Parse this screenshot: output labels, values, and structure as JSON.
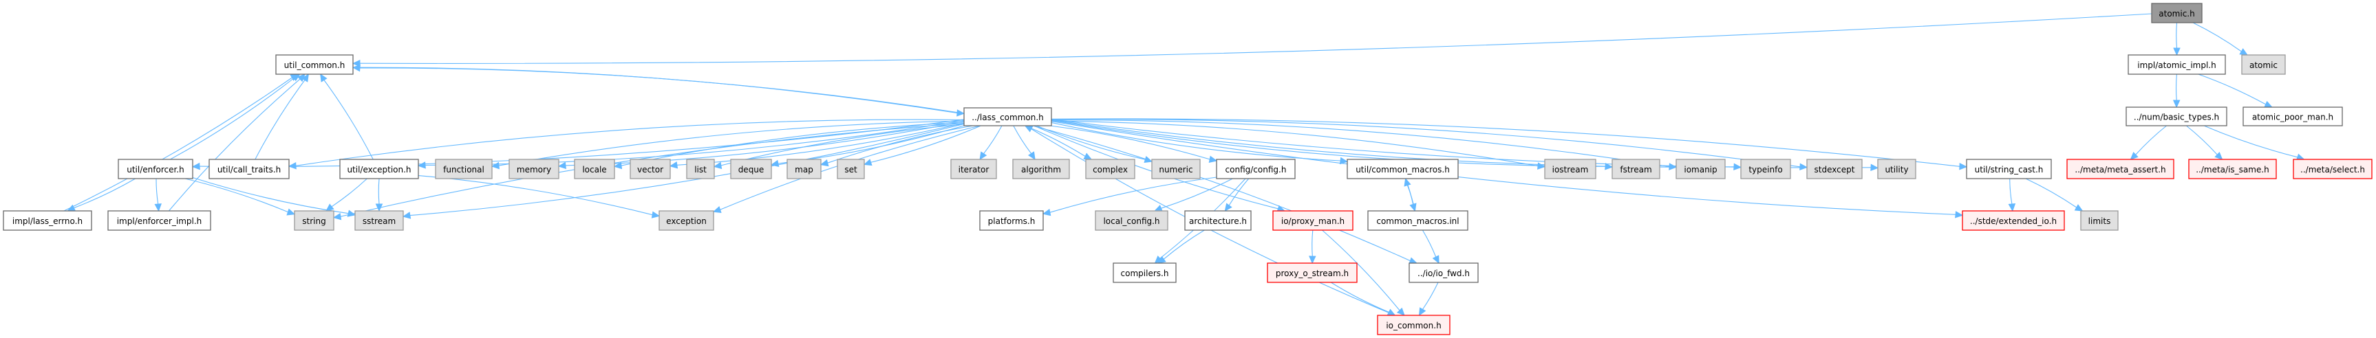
{
  "title": "atomic.h include dependency graph",
  "colors": {
    "edge": "#63b8ff",
    "node_fill": "#ffffff",
    "node_border": "#666666",
    "system_fill": "#e0e0e0",
    "system_border": "#999999",
    "missing_fill": "#fff0f0",
    "missing_border": "#ff0000",
    "root_fill": "#999999"
  },
  "nodes": [
    {
      "id": "atomic_h",
      "label": "atomic.h",
      "kind": "root"
    },
    {
      "id": "util_common",
      "label": "util_common.h",
      "kind": "normal"
    },
    {
      "id": "atomic_impl",
      "label": "impl/atomic_impl.h",
      "kind": "normal"
    },
    {
      "id": "atomic",
      "label": "atomic",
      "kind": "system"
    },
    {
      "id": "lass_common",
      "label": "../lass_common.h",
      "kind": "normal"
    },
    {
      "id": "basic_types",
      "label": "../num/basic_types.h",
      "kind": "normal"
    },
    {
      "id": "atomic_poor_man",
      "label": "atomic_poor_man.h",
      "kind": "normal"
    },
    {
      "id": "enforcer",
      "label": "util/enforcer.h",
      "kind": "normal"
    },
    {
      "id": "call_traits",
      "label": "util/call_traits.h",
      "kind": "normal"
    },
    {
      "id": "exception_h",
      "label": "util/exception.h",
      "kind": "normal"
    },
    {
      "id": "functional",
      "label": "functional",
      "kind": "system"
    },
    {
      "id": "memory",
      "label": "memory",
      "kind": "system"
    },
    {
      "id": "locale",
      "label": "locale",
      "kind": "system"
    },
    {
      "id": "vector",
      "label": "vector",
      "kind": "system"
    },
    {
      "id": "list",
      "label": "list",
      "kind": "system"
    },
    {
      "id": "deque",
      "label": "deque",
      "kind": "system"
    },
    {
      "id": "map",
      "label": "map",
      "kind": "system"
    },
    {
      "id": "set",
      "label": "set",
      "kind": "system"
    },
    {
      "id": "iterator",
      "label": "iterator",
      "kind": "system"
    },
    {
      "id": "algorithm",
      "label": "algorithm",
      "kind": "system"
    },
    {
      "id": "complex",
      "label": "complex",
      "kind": "system"
    },
    {
      "id": "numeric",
      "label": "numeric",
      "kind": "system"
    },
    {
      "id": "config",
      "label": "config/config.h",
      "kind": "normal"
    },
    {
      "id": "common_macros_h",
      "label": "util/common_macros.h",
      "kind": "normal"
    },
    {
      "id": "iostream",
      "label": "iostream",
      "kind": "system"
    },
    {
      "id": "fstream",
      "label": "fstream",
      "kind": "system"
    },
    {
      "id": "iomanip",
      "label": "iomanip",
      "kind": "system"
    },
    {
      "id": "typeinfo",
      "label": "typeinfo",
      "kind": "system"
    },
    {
      "id": "stdexcept",
      "label": "stdexcept",
      "kind": "system"
    },
    {
      "id": "utility",
      "label": "utility",
      "kind": "system"
    },
    {
      "id": "string_cast",
      "label": "util/string_cast.h",
      "kind": "normal"
    },
    {
      "id": "meta_assert",
      "label": "../meta/meta_assert.h",
      "kind": "missing"
    },
    {
      "id": "is_same",
      "label": "../meta/is_same.h",
      "kind": "missing"
    },
    {
      "id": "select",
      "label": "../meta/select.h",
      "kind": "missing"
    },
    {
      "id": "lass_errno",
      "label": "impl/lass_errno.h",
      "kind": "normal"
    },
    {
      "id": "enforcer_impl",
      "label": "impl/enforcer_impl.h",
      "kind": "normal"
    },
    {
      "id": "string",
      "label": "string",
      "kind": "system"
    },
    {
      "id": "sstream",
      "label": "sstream",
      "kind": "system"
    },
    {
      "id": "exception",
      "label": "exception",
      "kind": "system"
    },
    {
      "id": "platforms",
      "label": "platforms.h",
      "kind": "normal"
    },
    {
      "id": "local_config",
      "label": "local_config.h",
      "kind": "system"
    },
    {
      "id": "architecture",
      "label": "architecture.h",
      "kind": "normal"
    },
    {
      "id": "proxy_man",
      "label": "io/proxy_man.h",
      "kind": "missing"
    },
    {
      "id": "common_macros_inl",
      "label": "common_macros.inl",
      "kind": "normal"
    },
    {
      "id": "extended_io",
      "label": "../stde/extended_io.h",
      "kind": "missing"
    },
    {
      "id": "limits",
      "label": "limits",
      "kind": "system"
    },
    {
      "id": "compilers",
      "label": "compilers.h",
      "kind": "normal"
    },
    {
      "id": "proxy_o_stream",
      "label": "proxy_o_stream.h",
      "kind": "missing"
    },
    {
      "id": "io_fwd",
      "label": "../io/io_fwd.h",
      "kind": "normal"
    },
    {
      "id": "io_common",
      "label": "io_common.h",
      "kind": "missing"
    }
  ],
  "edges": [
    [
      "atomic_h",
      "util_common"
    ],
    [
      "atomic_h",
      "atomic_impl"
    ],
    [
      "atomic_h",
      "atomic"
    ],
    [
      "atomic_impl",
      "basic_types"
    ],
    [
      "atomic_impl",
      "atomic_poor_man"
    ],
    [
      "basic_types",
      "meta_assert"
    ],
    [
      "basic_types",
      "is_same"
    ],
    [
      "basic_types",
      "select"
    ],
    [
      "util_common",
      "lass_common"
    ],
    [
      "lass_common",
      "util_common"
    ],
    [
      "lass_common",
      "enforcer"
    ],
    [
      "lass_common",
      "call_traits"
    ],
    [
      "lass_common",
      "exception_h"
    ],
    [
      "lass_common",
      "functional"
    ],
    [
      "lass_common",
      "memory"
    ],
    [
      "lass_common",
      "locale"
    ],
    [
      "lass_common",
      "vector"
    ],
    [
      "lass_common",
      "list"
    ],
    [
      "lass_common",
      "deque"
    ],
    [
      "lass_common",
      "map"
    ],
    [
      "lass_common",
      "set"
    ],
    [
      "lass_common",
      "string"
    ],
    [
      "lass_common",
      "sstream"
    ],
    [
      "lass_common",
      "exception"
    ],
    [
      "lass_common",
      "iterator"
    ],
    [
      "lass_common",
      "algorithm"
    ],
    [
      "lass_common",
      "complex"
    ],
    [
      "lass_common",
      "numeric"
    ],
    [
      "lass_common",
      "config"
    ],
    [
      "lass_common",
      "common_macros_h"
    ],
    [
      "lass_common",
      "iostream"
    ],
    [
      "lass_common",
      "fstream"
    ],
    [
      "lass_common",
      "iomanip"
    ],
    [
      "lass_common",
      "typeinfo"
    ],
    [
      "lass_common",
      "stdexcept"
    ],
    [
      "lass_common",
      "utility"
    ],
    [
      "lass_common",
      "string_cast"
    ],
    [
      "lass_common",
      "proxy_man"
    ],
    [
      "lass_common",
      "io_fwd"
    ],
    [
      "lass_common",
      "extended_io"
    ],
    [
      "io_common",
      "lass_common"
    ],
    [
      "enforcer",
      "util_common"
    ],
    [
      "enforcer",
      "lass_errno"
    ],
    [
      "enforcer",
      "enforcer_impl"
    ],
    [
      "enforcer",
      "string"
    ],
    [
      "enforcer",
      "sstream"
    ],
    [
      "call_traits",
      "util_common"
    ],
    [
      "exception_h",
      "util_common"
    ],
    [
      "exception_h",
      "string"
    ],
    [
      "exception_h",
      "sstream"
    ],
    [
      "exception_h",
      "exception"
    ],
    [
      "lass_errno",
      "util_common"
    ],
    [
      "enforcer_impl",
      "util_common"
    ],
    [
      "config",
      "platforms"
    ],
    [
      "config",
      "local_config"
    ],
    [
      "config",
      "architecture"
    ],
    [
      "config",
      "compilers"
    ],
    [
      "architecture",
      "compilers"
    ],
    [
      "common_macros_h",
      "common_macros_inl"
    ],
    [
      "common_macros_inl",
      "common_macros_h"
    ],
    [
      "common_macros_inl",
      "io_fwd"
    ],
    [
      "proxy_man",
      "proxy_o_stream"
    ],
    [
      "proxy_man",
      "io_common"
    ],
    [
      "proxy_o_stream",
      "io_common"
    ],
    [
      "io_fwd",
      "io_common"
    ],
    [
      "string_cast",
      "extended_io"
    ],
    [
      "string_cast",
      "limits"
    ]
  ]
}
